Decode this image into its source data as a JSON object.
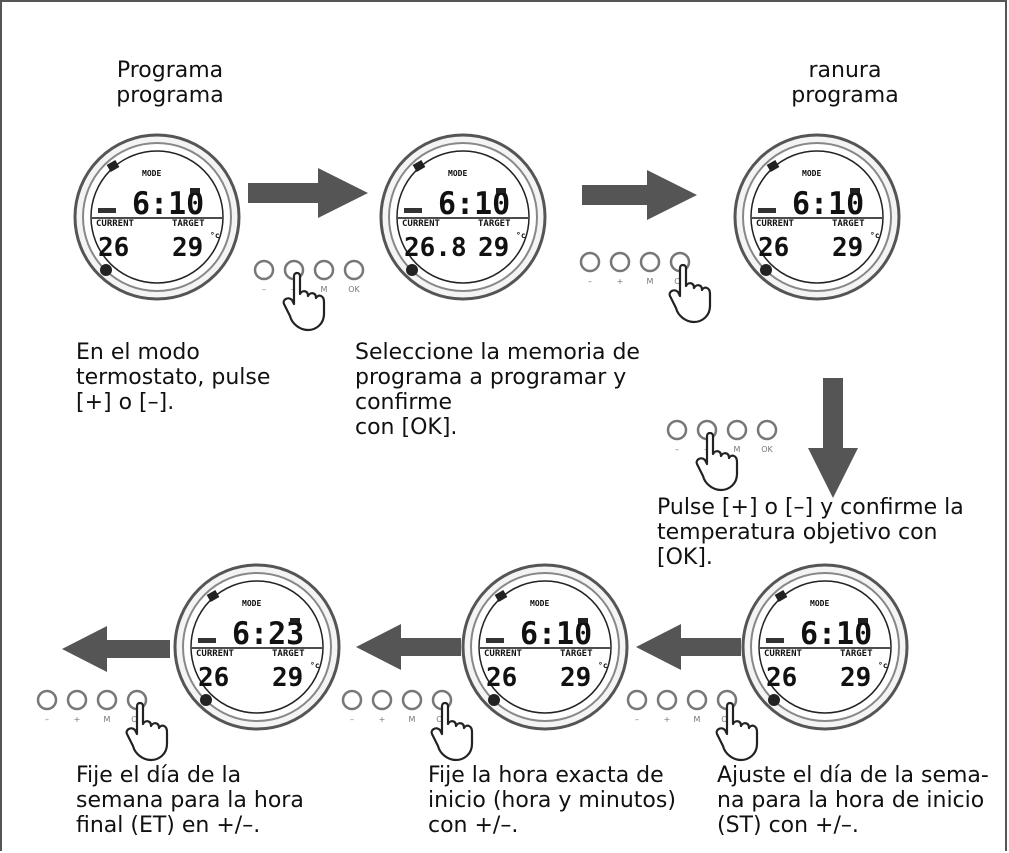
{
  "labels": {
    "top_left": "Programa\nprograma",
    "top_right": "ranura\nprograma"
  },
  "steps": [
    {
      "text": "En el modo\ntermostato, pulse\n[+] o [–]."
    },
    {
      "text": "Seleccione la memoria de\nprograma a programar y\nconfirme\ncon [OK]."
    },
    {
      "text": "Pulse [+] o [–] y confirme la\ntemperatura objetivo con\n[OK]."
    },
    {
      "text": "Ajuste el día de la sema-\nna para la hora de inicio\n(ST) con +/–."
    },
    {
      "text": "Fije la hora exacta de\ninicio (hora y minutos)\ncon +/–."
    },
    {
      "text": "Fije el día de la\nsemana para la hora\nfinal (ET) en +/–."
    }
  ],
  "lcd": {
    "mode": "MODE",
    "current": "CURRENT",
    "target": "TARGET",
    "unit": "°c"
  },
  "displays": [
    {
      "time": "6:10",
      "current": "26",
      "target": "29"
    },
    {
      "time": "6:10",
      "current": "26.8",
      "target": "29"
    },
    {
      "time": "6:10",
      "current": "26",
      "target": "29"
    },
    {
      "time": "6:10",
      "current": "26",
      "target": "29"
    },
    {
      "time": "6:10",
      "current": "26",
      "target": "29"
    },
    {
      "time": "6:23",
      "current": "26",
      "target": "29"
    }
  ],
  "buttons": {
    "minus": "–",
    "plus": "+",
    "mode": "M",
    "ok": "OK"
  },
  "icons": [
    "thermostat-display-icon",
    "arrow-right-icon",
    "arrow-down-icon",
    "arrow-left-icon",
    "hand-pointer-icon"
  ]
}
